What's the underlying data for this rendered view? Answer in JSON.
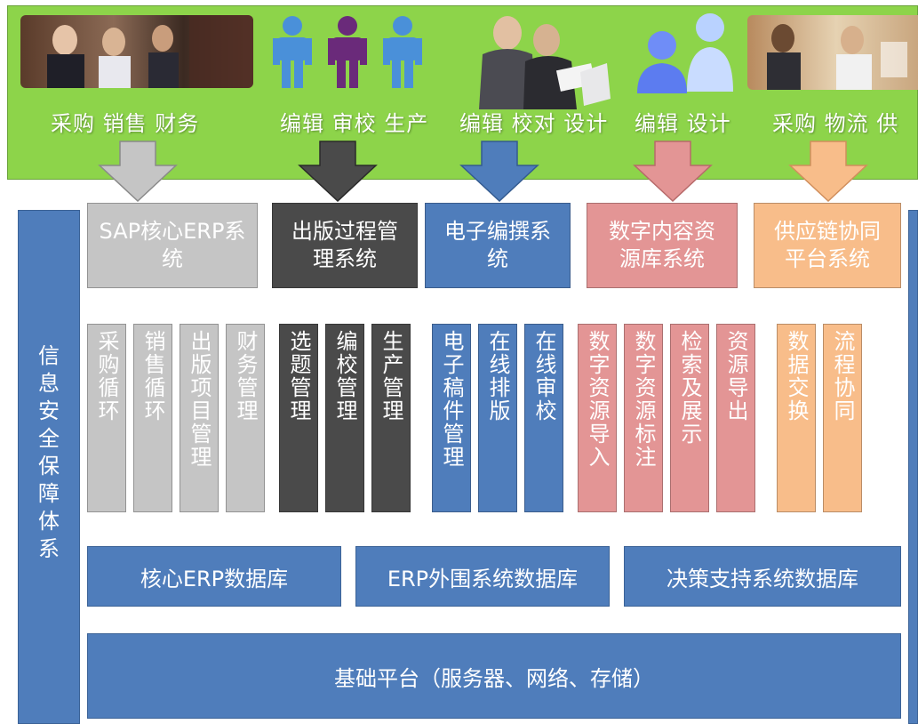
{
  "top_labels": [
    "采购 销售 财务",
    "编辑 审校 生产",
    "编辑 校对 设计",
    "编辑 设计",
    "采购 物流 供"
  ],
  "colors": {
    "green_band": "#8dd44a",
    "gray": "#c5c5c5",
    "dark": "#4a4a4a",
    "blue": "#4f7dbb",
    "pink": "#e39595",
    "orange": "#f8bd8a"
  },
  "security_bar": "信息安全保障体系",
  "systems": [
    {
      "line1": "SAP核心ERP系",
      "line2": "统"
    },
    {
      "line1": "出版过程管",
      "line2": "理系统"
    },
    {
      "line1": "电子编撰系",
      "line2": "统"
    },
    {
      "line1": "数字内容资",
      "line2": "源库系统"
    },
    {
      "line1": "供应链协同",
      "line2": "平台系统"
    }
  ],
  "modules": [
    "采购循环",
    "销售循环",
    "出版项目管理",
    "财务管理",
    "选题管理",
    "编校管理",
    "生产管理",
    "电子稿件管理",
    "在线排版",
    "在线审校",
    "数字资源导入",
    "数字资源标注",
    "检索及展示",
    "资源导出",
    "数据交换",
    "流程协同"
  ],
  "databases": [
    "核心ERP数据库",
    "ERP外围系统数据库",
    "决策支持系统数据库"
  ],
  "platform": "基础平台（服务器、网络、存储）"
}
